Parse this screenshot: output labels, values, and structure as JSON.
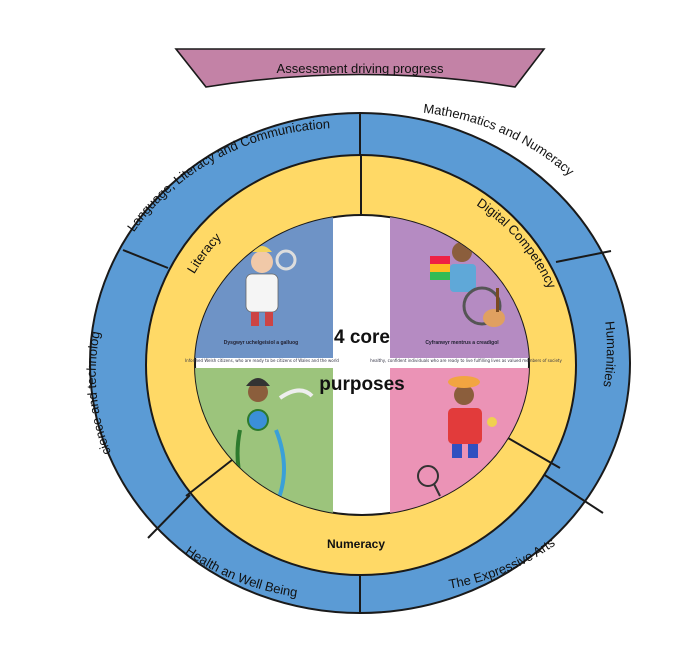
{
  "banner": {
    "label": "Assessment driving progress",
    "fill": "#c382a6"
  },
  "outer_ring": {
    "fill": "#5b9bd5",
    "segments": [
      {
        "label": "Language, Literacy and Communication"
      },
      {
        "label": "Mathematics and Numeracy"
      },
      {
        "label": "Humanities"
      },
      {
        "label": "The Expressive Arts"
      },
      {
        "label": "Health an Well Being"
      },
      {
        "label": "Science and technology"
      }
    ]
  },
  "middle_ring": {
    "fill": "#ffd966",
    "segments": [
      {
        "label": "Literacy"
      },
      {
        "label": "Digital Competency"
      },
      {
        "label": "Numeracy"
      }
    ]
  },
  "core": {
    "line1": "4 core",
    "line2": "purposes",
    "quadrants": [
      {
        "caption": "Dysgwyr uchelgeisiol a galluog",
        "fill": "#6e93c6"
      },
      {
        "caption": "Cyfranwyr mentrus a creadigol",
        "fill": "#b58bc2"
      },
      {
        "caption": "",
        "fill": "#9cc47c"
      },
      {
        "caption": "",
        "fill": "#eb93b6"
      }
    ],
    "strip_left": "Informed Welsh citizens, who are ready to be citizens of Wales and the world",
    "strip_right": "healthy, confident individuals who are ready to live fulfilling lives as valued members of society"
  }
}
